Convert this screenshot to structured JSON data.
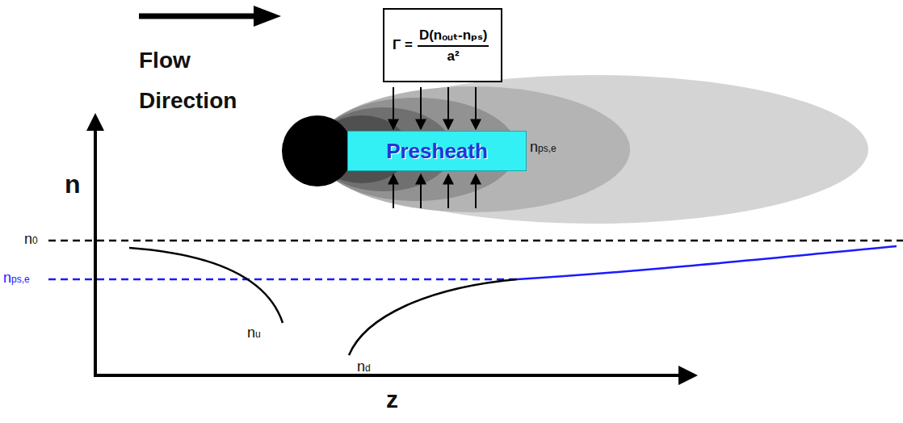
{
  "diagram": {
    "nodes": [
      {
        "text": [
          "Γ =",
          "D(nₒᵤₜ-nₚₛ)",
          "a²"
        ]
      },
      {
        "text": [
          "Presheath"
        ]
      }
    ],
    "edges": [
      {
        "from": 0,
        "to": 1,
        "arrow": "to"
      }
    ],
    "labels": [
      "Flow Direction",
      "n0",
      "nps,e",
      "n",
      "nu",
      "nd",
      "z",
      "nps,e"
    ]
  }
}
